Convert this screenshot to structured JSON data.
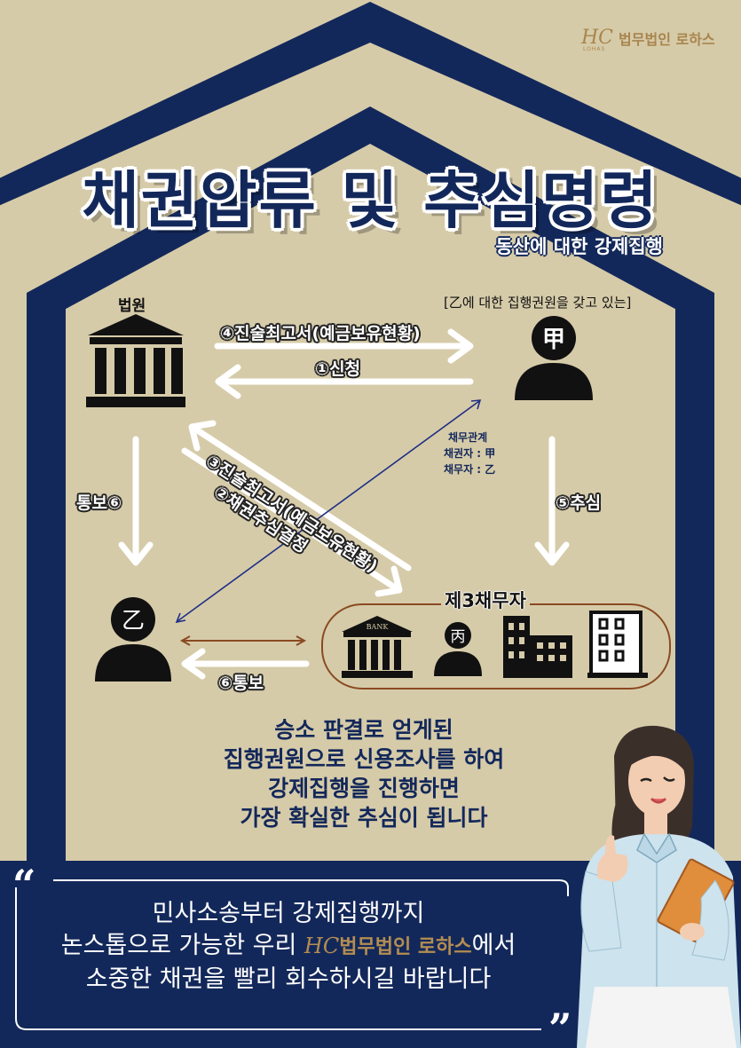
{
  "brand": {
    "mark": "HC",
    "sub": "LOHAS",
    "name": "법무법인 로하스"
  },
  "title": "채권압류 및 추심명령",
  "subtitle": "동산에 대한 강제집행",
  "nodes": {
    "court": "법원",
    "creditor_note": "[乙에 대한 집행권원을 갖고 있는]",
    "creditor_char": "甲",
    "debtor_char": "乙",
    "third_char": "丙",
    "bank_label": "BANK",
    "third_party": "제3채무자"
  },
  "arrows": {
    "a4": "④진술최고서(예금보유현황)",
    "a1": "①신청",
    "a3": "③진술최고서(예금보유현황)",
    "a2": "②채권추심결정",
    "a6_left": "통보⑥",
    "a5": "⑤추심",
    "a6_bottom": "⑥통보"
  },
  "relation": {
    "title": "채무관계",
    "creditor": "채권자 : 甲",
    "debtor": "채무자 : 乙"
  },
  "center_text": [
    "승소 판결로 얻게된",
    "집행권원으로 신용조사를 하여",
    "강제집행을 진행하면",
    "가장 확실한 추심이 됩니다"
  ],
  "bottom": {
    "line1": "민사소송부터 강제집행까지",
    "line2_pre": "논스톱으로 가능한 우리",
    "line2_brand": "법무법인 로하스",
    "line2_post": "에서",
    "line3": "소중한 채권을 빨리 회수하시길 바랍니다",
    "quote_open": "“",
    "quote_close": "”"
  },
  "colors": {
    "navy": "#13285a",
    "beige": "#d6cba9",
    "brown": "#8a4a21",
    "gold": "#a8854d"
  }
}
